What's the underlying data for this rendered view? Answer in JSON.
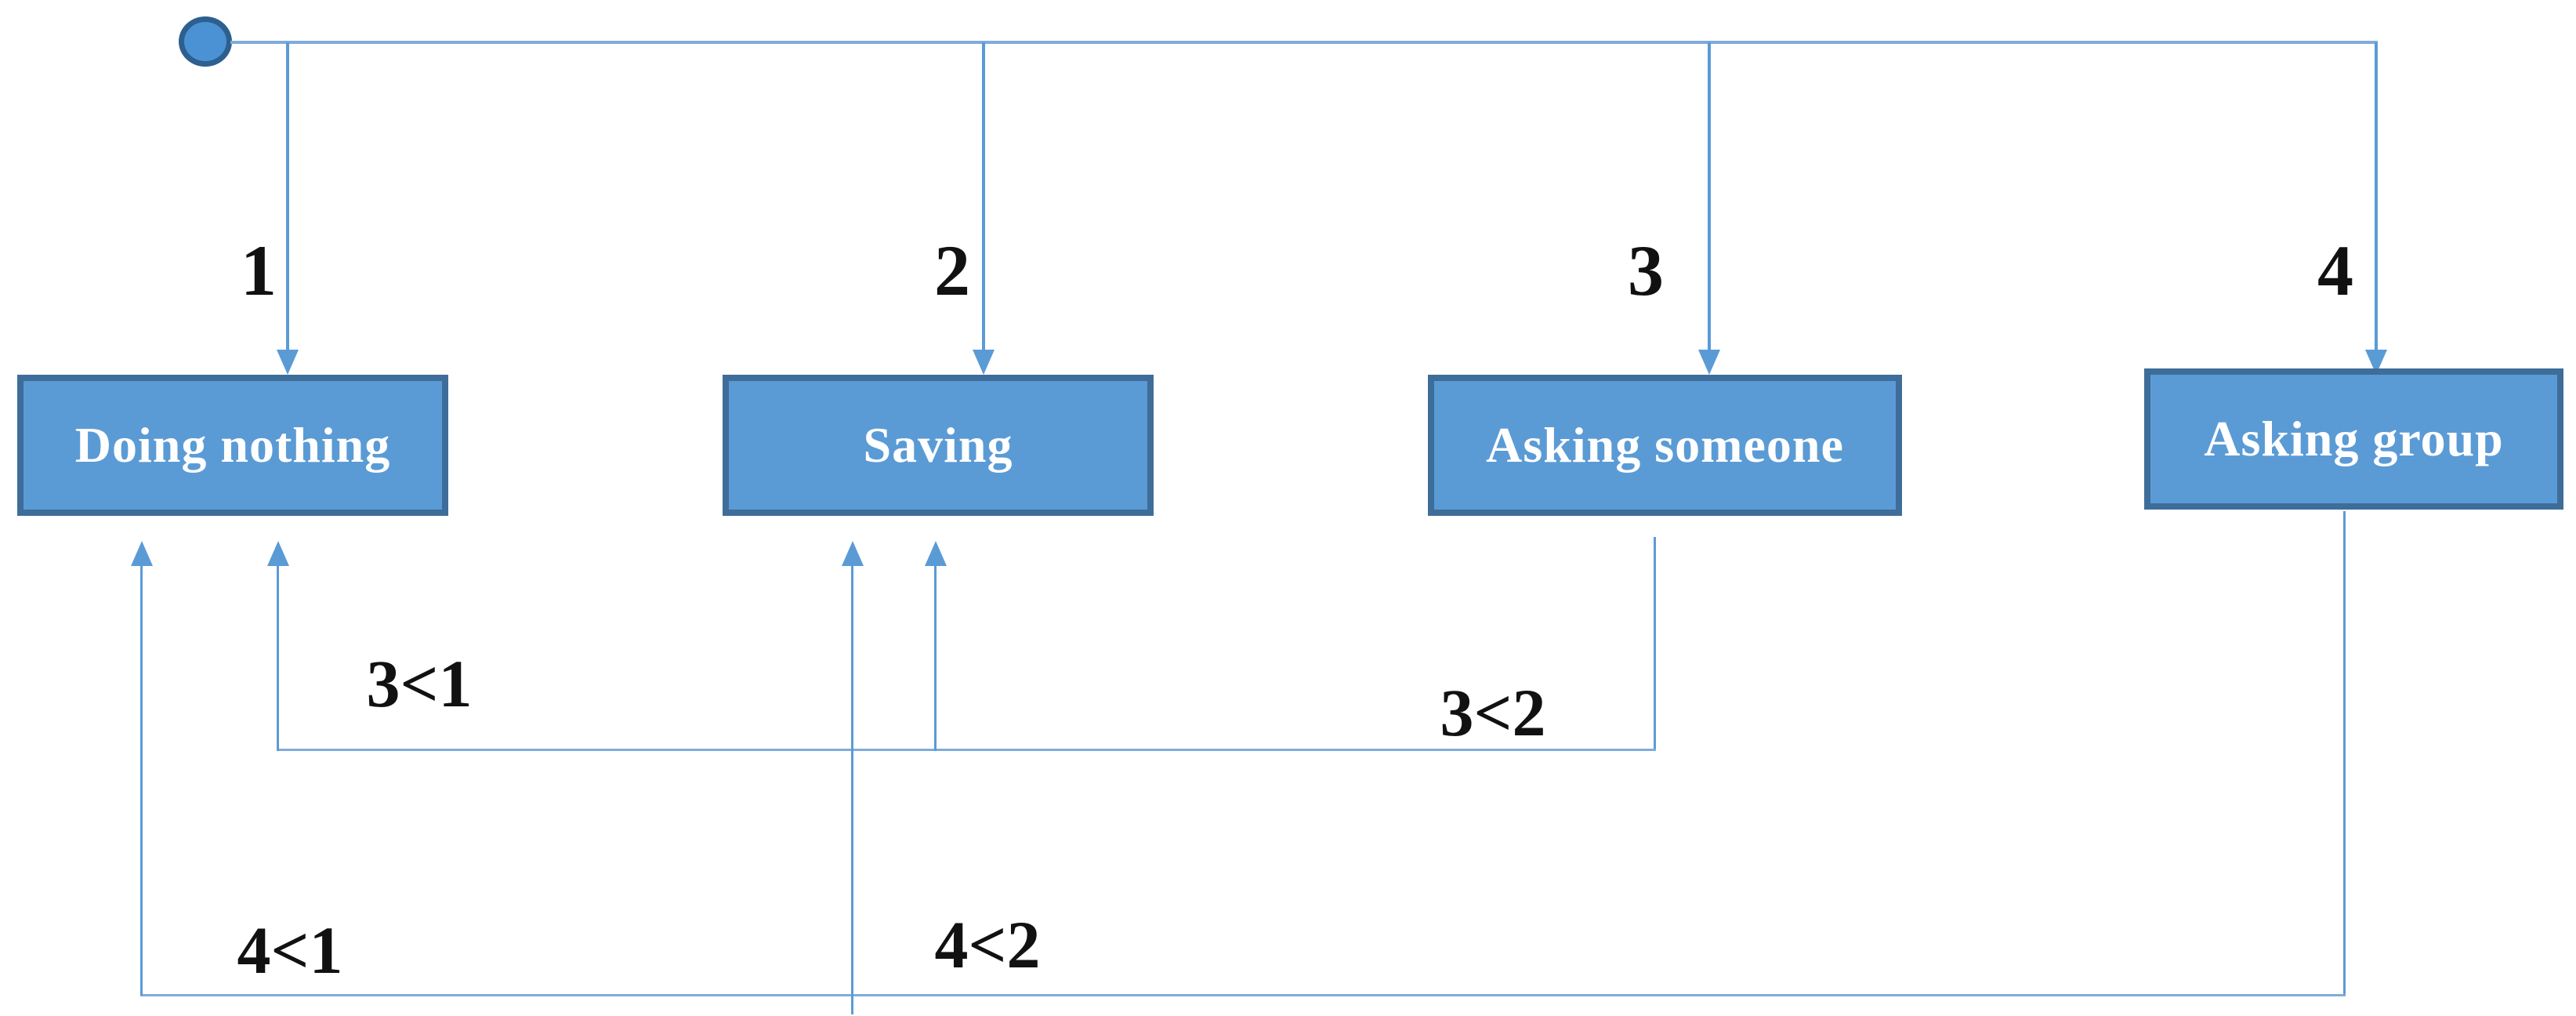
{
  "diagram": {
    "type": "flowchart",
    "icons": {
      "start_node": "filled-circle"
    },
    "branches": [
      {
        "number": "1",
        "box_label": "Doing nothing"
      },
      {
        "number": "2",
        "box_label": "Saving"
      },
      {
        "number": "3",
        "box_label": "Asking someone"
      },
      {
        "number": "4",
        "box_label": "Asking group"
      }
    ],
    "feedback_arrows": [
      {
        "label": "3<1"
      },
      {
        "label": "3<2"
      },
      {
        "label": "4<1"
      },
      {
        "label": "4<2"
      }
    ],
    "colors": {
      "box_fill": "#5b9bd5",
      "box_border": "#3e6d9a",
      "box_text": "#ffffff",
      "connector_line": "#7fabdb",
      "arrow_line": "#5b9bd5",
      "arrowhead": "#5b9bd5",
      "start_node_fill": "#4b92d4",
      "start_node_border": "#2d5f8f",
      "label_text": "#111111",
      "background": "#ffffff"
    }
  }
}
